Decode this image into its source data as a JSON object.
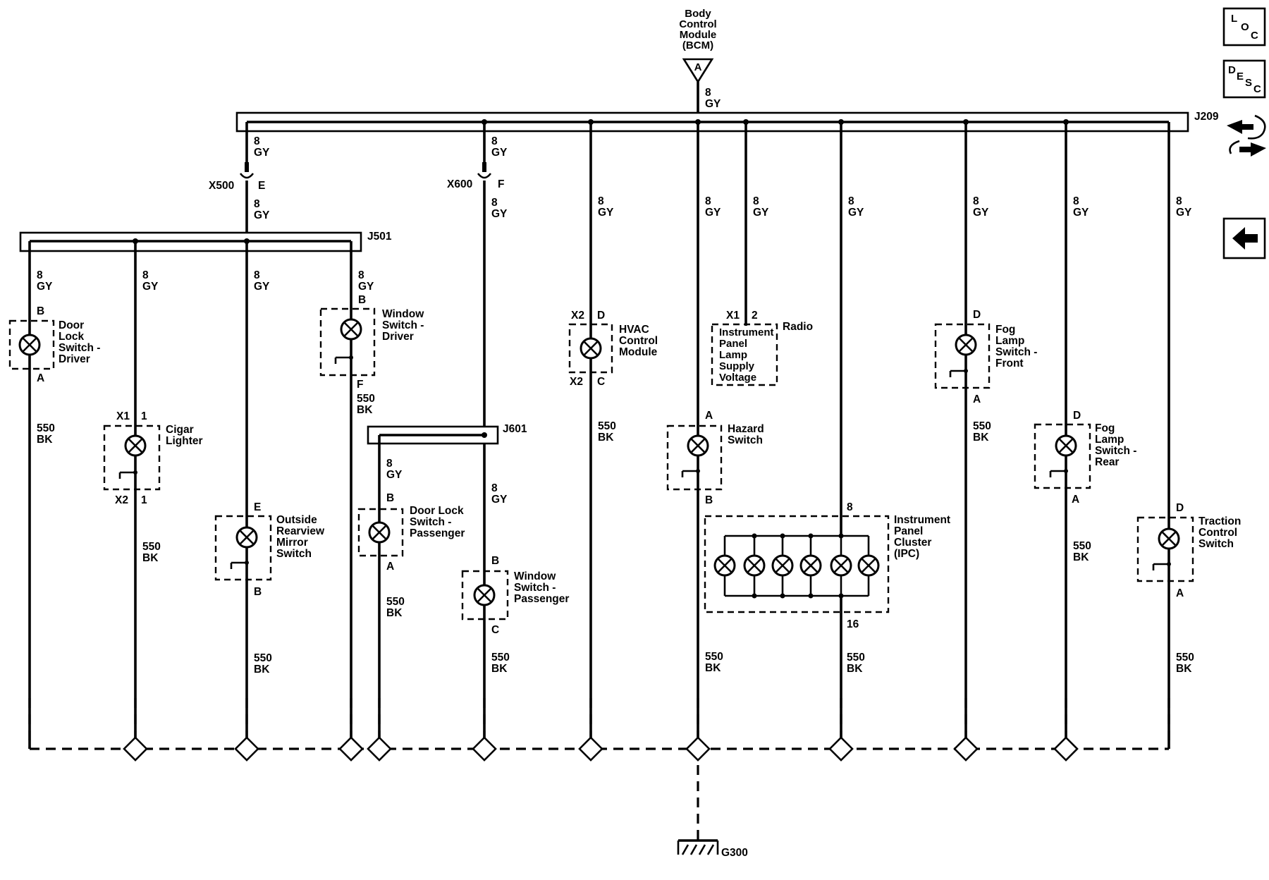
{
  "bcm": {
    "line1": "Body",
    "line2": "Control",
    "line3": "Module",
    "line4": "(BCM)",
    "pin": "A"
  },
  "wire_gy": {
    "gauge": "8",
    "color": "GY"
  },
  "wire_bk": {
    "gauge": "550",
    "color": "BK"
  },
  "splices": {
    "j209": "J209",
    "j501": "J501",
    "j601": "J601"
  },
  "inline": {
    "x500": "X500",
    "x500_pin": "E",
    "x600": "X600",
    "x600_pin": "F"
  },
  "ground": "G300",
  "components": {
    "door_lock_driver": {
      "l1": "Door",
      "l2": "Lock",
      "l3": "Switch -",
      "l4": "Driver",
      "top": "B",
      "bottom": "A"
    },
    "cigar": {
      "l1": "Cigar",
      "l2": "Lighter",
      "conn_top": "X1",
      "pin_top": "1",
      "conn_bottom": "X2",
      "pin_bottom": "1"
    },
    "mirror": {
      "l1": "Outside",
      "l2": "Rearview",
      "l3": "Mirror",
      "l4": "Switch",
      "top": "E",
      "bottom": "B"
    },
    "window_driver": {
      "l1": "Window",
      "l2": "Switch -",
      "l3": "Driver",
      "top": "B",
      "bottom": "F"
    },
    "door_lock_pass": {
      "l1": "Door Lock",
      "l2": "Switch -",
      "l3": "Passenger",
      "top": "B",
      "bottom": "A"
    },
    "window_pass": {
      "l1": "Window",
      "l2": "Switch -",
      "l3": "Passenger",
      "top": "B",
      "bottom": "C"
    },
    "hvac": {
      "l1": "HVAC",
      "l2": "Control",
      "l3": "Module",
      "conn_top": "X2",
      "pin_top": "D",
      "conn_bottom": "X2",
      "pin_bottom": "C"
    },
    "hazard": {
      "l1": "Hazard",
      "l2": "Switch",
      "top": "A",
      "bottom": "B"
    },
    "radio": {
      "title": "Radio",
      "conn": "X1",
      "pin": "2",
      "l1": "Instrument",
      "l2": "Panel",
      "l3": "Lamp",
      "l4": "Supply",
      "l5": "Voltage"
    },
    "ipc": {
      "l1": "Instrument",
      "l2": "Panel",
      "l3": "Cluster",
      "l4": "(IPC)",
      "top": "8",
      "bottom": "16"
    },
    "fog_front": {
      "l1": "Fog",
      "l2": "Lamp",
      "l3": "Switch -",
      "l4": "Front",
      "top": "D",
      "bottom": "A"
    },
    "fog_rear": {
      "l1": "Fog",
      "l2": "Lamp",
      "l3": "Switch -",
      "l4": "Rear",
      "top": "D",
      "bottom": "A"
    },
    "traction": {
      "l1": "Traction",
      "l2": "Control",
      "l3": "Switch",
      "top": "D",
      "bottom": "A"
    }
  },
  "nav": {
    "loc": {
      "a": "L",
      "b": "O",
      "c": "C"
    },
    "desc": {
      "a": "D",
      "b": "E",
      "c": "S",
      "d": "C"
    }
  }
}
